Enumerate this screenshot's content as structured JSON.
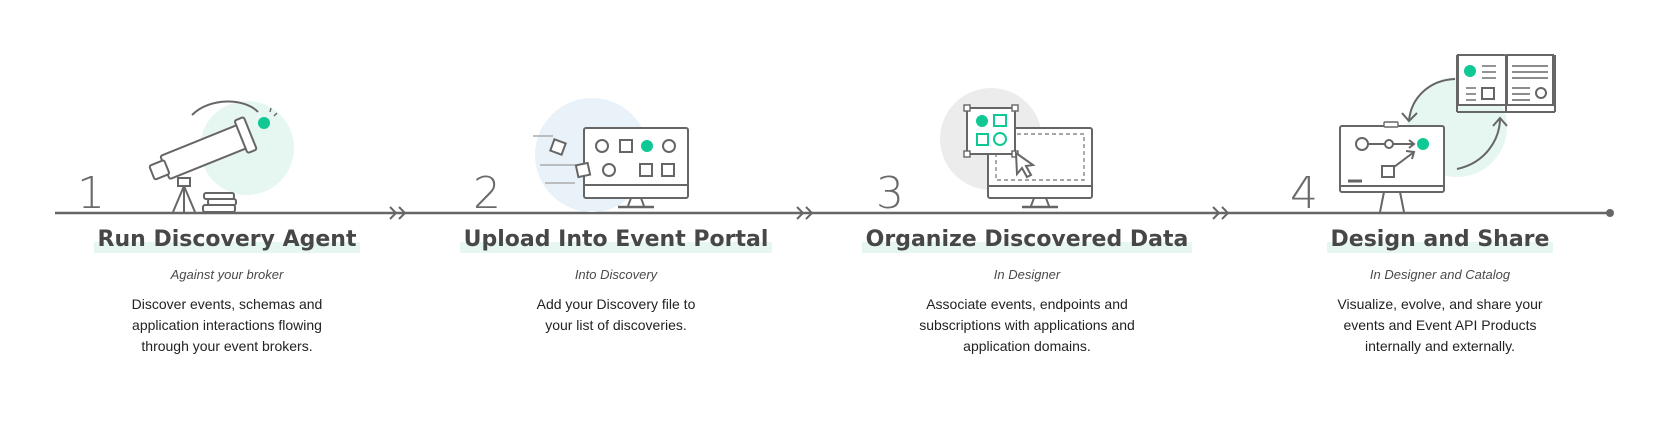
{
  "colors": {
    "accent": "#10c893",
    "accent_soft": "#e6f6f0",
    "line": "#666666",
    "text": "#474747"
  },
  "steps": [
    {
      "number": "1",
      "title": "Run Discovery Agent",
      "subtitle": "Against your broker",
      "description": "Discover events, schemas and application interactions flowing through your event brokers.",
      "icon": "telescope-icon"
    },
    {
      "number": "2",
      "title": "Upload Into Event Portal",
      "subtitle": "Into Discovery",
      "description": "Add your Discovery file to your list of discoveries.",
      "icon": "monitor-upload-icon"
    },
    {
      "number": "3",
      "title": "Organize Discovered Data",
      "subtitle": "In Designer",
      "description": "Associate events, endpoints and subscriptions with applications and application domains.",
      "icon": "monitor-organize-icon"
    },
    {
      "number": "4",
      "title": "Design and Share",
      "subtitle": "In Designer and Catalog",
      "description": "Visualize, evolve, and share your events and Event API Products internally and externally.",
      "icon": "whiteboard-catalog-icon"
    }
  ]
}
